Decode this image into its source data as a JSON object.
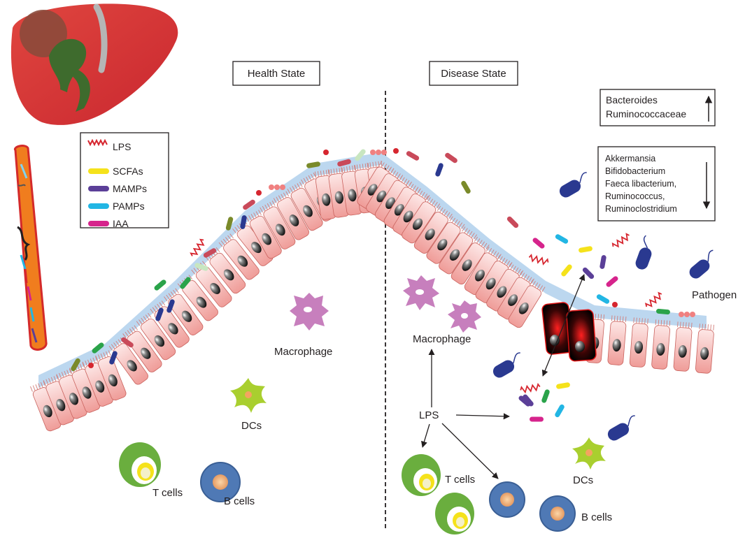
{
  "panels": {
    "health": "Health State",
    "disease": "Disease State"
  },
  "legend": [
    {
      "label": "LPS",
      "color": "#d6262f",
      "shape": "zigzag"
    },
    {
      "label": "SCFAs",
      "color": "#f5e21b",
      "shape": "bar"
    },
    {
      "label": "MAMPs",
      "color": "#5b3f98",
      "shape": "bar"
    },
    {
      "label": "PAMPs",
      "color": "#22b6e4",
      "shape": "bar"
    },
    {
      "label": "IAA",
      "color": "#d6248c",
      "shape": "bar"
    }
  ],
  "increased_taxa": [
    "Bacteroides",
    "Ruminococcaceae"
  ],
  "decreased_taxa": [
    "Akkermansia",
    "Bifidobacterium",
    "Faeca libacterium,",
    "Ruminococcus,",
    "Ruminoclostridium"
  ],
  "cell_labels": {
    "macrophage_health": "Macrophage",
    "dcs_health": "DCs",
    "tcells_health": "T cells",
    "bcells_health": "B cells",
    "macrophage_disease": "Macrophage",
    "lps_disease": "LPS",
    "tcells_disease": "T cells",
    "bcells_disease": "B cells",
    "dcs_disease": "DCs",
    "pathogen": "Pathogen"
  },
  "colors": {
    "liver": "#d9343a",
    "gallbladder": "#3e6b2d",
    "vessel": "#f07d1e",
    "mucus": "#bcd7ef",
    "epithelium": "#f4b7b4",
    "macrophage": "#c77fbd",
    "dc": "#a9cf2f",
    "tcell": "#6aae3e",
    "bcell": "#4f79b5",
    "pathogen": "#2a3990"
  }
}
